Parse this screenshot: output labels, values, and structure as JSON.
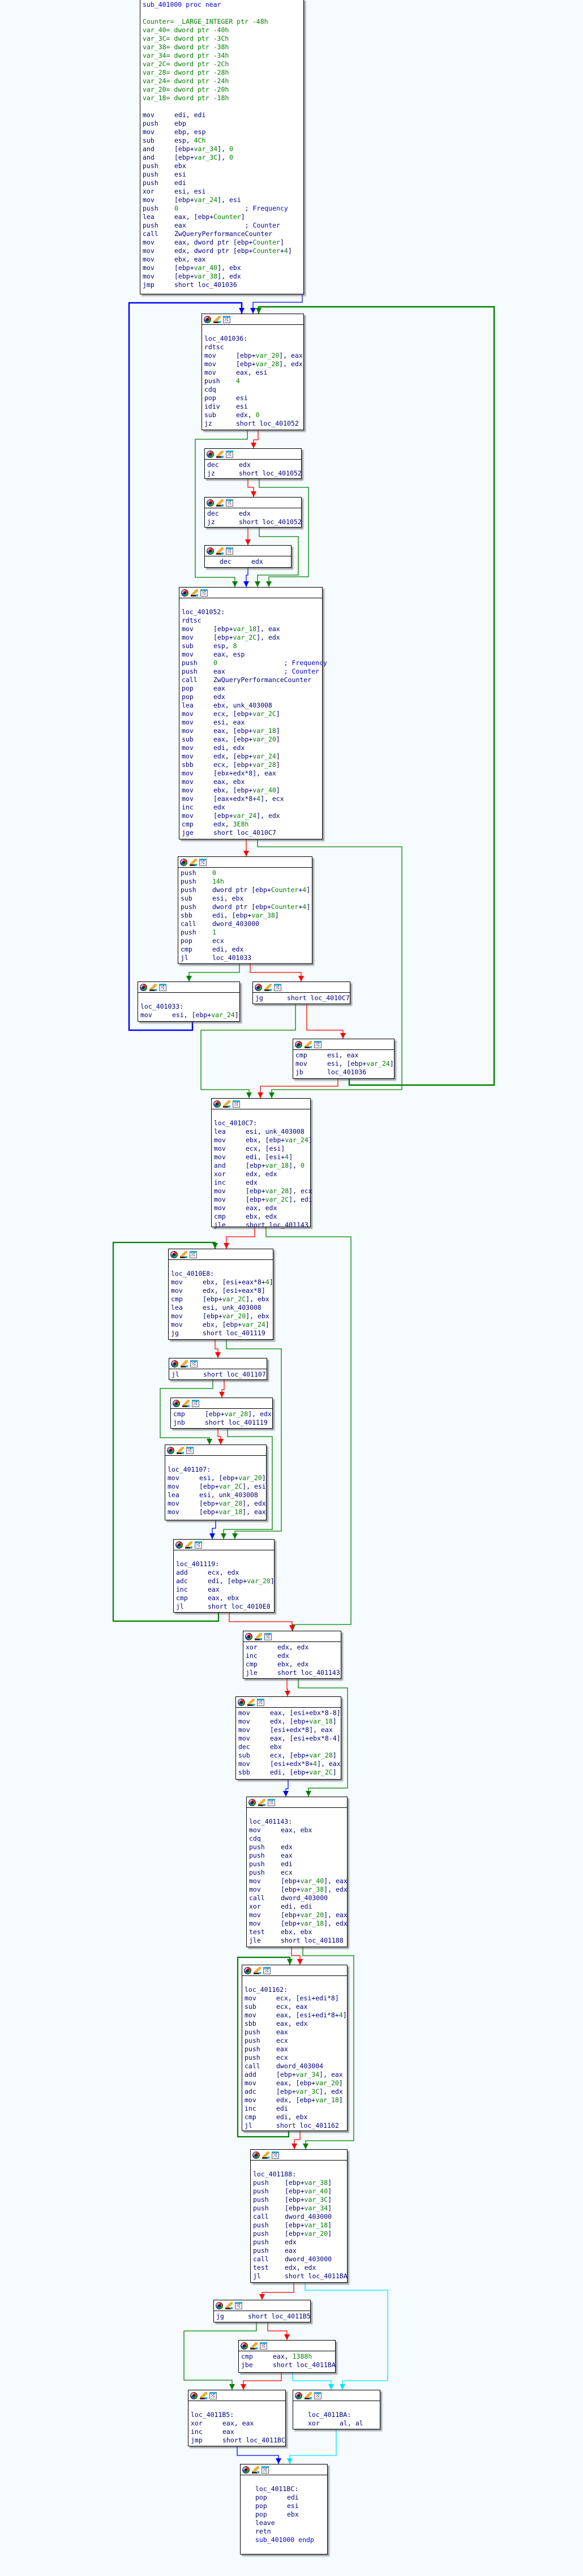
{
  "app": "IDA graph view",
  "function": "sub_401000",
  "toolbar_icons": [
    "color-icon",
    "rename-icon",
    "graph-icon"
  ],
  "blocks": [
    {
      "id": "b0",
      "label": null,
      "header": false,
      "lines": [
        {
          "t": "sub_401000 proc near",
          "c": "b"
        },
        {
          "t": ""
        },
        {
          "t": "Counter= _LARGE_INTEGER ptr -48h",
          "c": "g"
        },
        {
          "t": "var_40= dword ptr -40h",
          "c": "g"
        },
        {
          "t": "var_3C= dword ptr -3Ch",
          "c": "g"
        },
        {
          "t": "var_38= dword ptr -38h",
          "c": "g"
        },
        {
          "t": "var_34= dword ptr -34h",
          "c": "g"
        },
        {
          "t": "var_2C= dword ptr -2Ch",
          "c": "g"
        },
        {
          "t": "var_28= dword ptr -28h",
          "c": "g"
        },
        {
          "t": "var_24= dword ptr -24h",
          "c": "g"
        },
        {
          "t": "var_20= dword ptr -20h",
          "c": "g"
        },
        {
          "t": "var_18= dword ptr -18h",
          "c": "g"
        },
        {
          "t": ""
        },
        {
          "m": "mov",
          "o": "edi, edi"
        },
        {
          "m": "push",
          "o": "ebp"
        },
        {
          "m": "mov",
          "o": "ebp, esp"
        },
        {
          "m": "sub",
          "o": "esp, 4Ch"
        },
        {
          "m": "and",
          "o": "[ebp+var_34], 0"
        },
        {
          "m": "and",
          "o": "[ebp+var_3C], 0"
        },
        {
          "m": "push",
          "o": "ebx"
        },
        {
          "m": "push",
          "o": "esi"
        },
        {
          "m": "push",
          "o": "edi"
        },
        {
          "m": "xor",
          "o": "esi, esi"
        },
        {
          "m": "mov",
          "o": "[ebp+var_24], esi"
        },
        {
          "m": "push",
          "o": "0",
          "cm": "; Frequency"
        },
        {
          "m": "lea",
          "o": "eax, [ebp+Counter]"
        },
        {
          "m": "push",
          "o": "eax",
          "cm": "; Counter"
        },
        {
          "m": "call",
          "o": "ZwQueryPerformanceCounter"
        },
        {
          "m": "mov",
          "o": "eax, dword ptr [ebp+Counter]"
        },
        {
          "m": "mov",
          "o": "edx, dword ptr [ebp+Counter+4]"
        },
        {
          "m": "mov",
          "o": "ebx, eax"
        },
        {
          "m": "mov",
          "o": "[ebp+var_40], ebx"
        },
        {
          "m": "mov",
          "o": "[ebp+var_38], edx"
        },
        {
          "m": "jmp",
          "o": "short loc_401036"
        }
      ]
    },
    {
      "id": "b1",
      "label": "loc_401036:",
      "lines": [
        {
          "m": "rdtsc",
          "o": ""
        },
        {
          "m": "mov",
          "o": "[ebp+var_20], eax"
        },
        {
          "m": "mov",
          "o": "[ebp+var_28], edx"
        },
        {
          "m": "mov",
          "o": "eax, esi"
        },
        {
          "m": "push",
          "o": "4"
        },
        {
          "m": "cdq",
          "o": ""
        },
        {
          "m": "pop",
          "o": "esi"
        },
        {
          "m": "idiv",
          "o": "esi"
        },
        {
          "m": "sub",
          "o": "edx, 0"
        },
        {
          "m": "jz",
          "o": "short loc_401052"
        }
      ]
    },
    {
      "id": "b2",
      "label": null,
      "lines": [
        {
          "m": "dec",
          "o": "edx"
        },
        {
          "m": "jz",
          "o": "short loc_401052"
        }
      ]
    },
    {
      "id": "b3",
      "label": null,
      "lines": [
        {
          "m": "dec",
          "o": "edx"
        },
        {
          "m": "jz",
          "o": "short loc_401052"
        }
      ]
    },
    {
      "id": "b4",
      "label": null,
      "indent": true,
      "lines": [
        {
          "m": "dec",
          "o": "edx"
        }
      ]
    },
    {
      "id": "b5",
      "label": "loc_401052:",
      "lines": [
        {
          "m": "rdtsc",
          "o": ""
        },
        {
          "m": "mov",
          "o": "[ebp+var_18], eax"
        },
        {
          "m": "mov",
          "o": "[ebp+var_2C], edx"
        },
        {
          "m": "sub",
          "o": "esp, 8"
        },
        {
          "m": "mov",
          "o": "eax, esp"
        },
        {
          "m": "push",
          "o": "0",
          "cm": "; Frequency"
        },
        {
          "m": "push",
          "o": "eax",
          "cm": "; Counter"
        },
        {
          "m": "call",
          "o": "ZwQueryPerformanceCounter"
        },
        {
          "m": "pop",
          "o": "eax"
        },
        {
          "m": "pop",
          "o": "edx"
        },
        {
          "m": "lea",
          "o": "ebx, unk_403008"
        },
        {
          "m": "mov",
          "o": "ecx, [ebp+var_2C]"
        },
        {
          "m": "mov",
          "o": "esi, eax"
        },
        {
          "m": "mov",
          "o": "eax, [ebp+var_18]"
        },
        {
          "m": "sub",
          "o": "eax, [ebp+var_20]"
        },
        {
          "m": "mov",
          "o": "edi, edx"
        },
        {
          "m": "mov",
          "o": "edx, [ebp+var_24]"
        },
        {
          "m": "sbb",
          "o": "ecx, [ebp+var_28]"
        },
        {
          "m": "mov",
          "o": "[ebx+edx*8], eax"
        },
        {
          "m": "mov",
          "o": "eax, ebx"
        },
        {
          "m": "mov",
          "o": "ebx, [ebp+var_40]"
        },
        {
          "m": "mov",
          "o": "[eax+edx*8+4], ecx"
        },
        {
          "m": "inc",
          "o": "edx"
        },
        {
          "m": "mov",
          "o": "[ebp+var_24], edx"
        },
        {
          "m": "cmp",
          "o": "edx, 3E8h"
        },
        {
          "m": "jge",
          "o": "short loc_4010C7"
        }
      ]
    },
    {
      "id": "b6",
      "label": null,
      "lines": [
        {
          "m": "push",
          "o": "0"
        },
        {
          "m": "push",
          "o": "14h"
        },
        {
          "m": "push",
          "o": "dword ptr [ebp+Counter+4]"
        },
        {
          "m": "sub",
          "o": "esi, ebx"
        },
        {
          "m": "push",
          "o": "dword ptr [ebp+Counter+4]"
        },
        {
          "m": "sbb",
          "o": "edi, [ebp+var_38]"
        },
        {
          "m": "call",
          "o": "dword_403000"
        },
        {
          "m": "push",
          "o": "1"
        },
        {
          "m": "pop",
          "o": "ecx"
        },
        {
          "m": "cmp",
          "o": "edi, edx"
        },
        {
          "m": "jl",
          "o": "loc_401033"
        }
      ]
    },
    {
      "id": "b7",
      "label": "loc_401033:",
      "lines": [
        {
          "m": "mov",
          "o": "esi, [ebp+var_24]"
        }
      ]
    },
    {
      "id": "b8",
      "label": null,
      "lines": [
        {
          "m": "jg",
          "o": "short loc_4010C7"
        }
      ]
    },
    {
      "id": "b9",
      "label": null,
      "lines": [
        {
          "m": "cmp",
          "o": "esi, eax"
        },
        {
          "m": "mov",
          "o": "esi, [ebp+var_24]"
        },
        {
          "m": "jb",
          "o": "loc_401036"
        }
      ]
    },
    {
      "id": "b10",
      "label": "loc_4010C7:",
      "lines": [
        {
          "m": "lea",
          "o": "esi, unk_403008"
        },
        {
          "m": "mov",
          "o": "ebx, [ebp+var_24]"
        },
        {
          "m": "mov",
          "o": "ecx, [esi]"
        },
        {
          "m": "mov",
          "o": "edi, [esi+4]"
        },
        {
          "m": "and",
          "o": "[ebp+var_18], 0"
        },
        {
          "m": "xor",
          "o": "edx, edx"
        },
        {
          "m": "inc",
          "o": "edx"
        },
        {
          "m": "mov",
          "o": "[ebp+var_28], ecx"
        },
        {
          "m": "mov",
          "o": "[ebp+var_2C], edi"
        },
        {
          "m": "mov",
          "o": "eax, edx"
        },
        {
          "m": "cmp",
          "o": "ebx, edx"
        },
        {
          "m": "jle",
          "o": "short loc_401143"
        }
      ]
    },
    {
      "id": "b11",
      "label": "loc_4010E8:",
      "lines": [
        {
          "m": "mov",
          "o": "ebx, [esi+eax*8+4]"
        },
        {
          "m": "mov",
          "o": "edx, [esi+eax*8]"
        },
        {
          "m": "cmp",
          "o": "[ebp+var_2C], ebx"
        },
        {
          "m": "lea",
          "o": "esi, unk_403008"
        },
        {
          "m": "mov",
          "o": "[ebp+var_20], ebx"
        },
        {
          "m": "mov",
          "o": "ebx, [ebp+var_24]"
        },
        {
          "m": "jg",
          "o": "short loc_401119"
        }
      ]
    },
    {
      "id": "b12",
      "label": null,
      "lines": [
        {
          "m": "jl",
          "o": "short loc_401107"
        }
      ]
    },
    {
      "id": "b13",
      "label": null,
      "lines": [
        {
          "m": "cmp",
          "o": "[ebp+var_28], edx"
        },
        {
          "m": "jnb",
          "o": "short loc_401119"
        }
      ]
    },
    {
      "id": "b14",
      "label": "loc_401107:",
      "lines": [
        {
          "m": "mov",
          "o": "esi, [ebp+var_20]"
        },
        {
          "m": "mov",
          "o": "[ebp+var_2C], esi"
        },
        {
          "m": "lea",
          "o": "esi, unk_403008"
        },
        {
          "m": "mov",
          "o": "[ebp+var_28], edx"
        },
        {
          "m": "mov",
          "o": "[ebp+var_18], eax"
        }
      ]
    },
    {
      "id": "b15",
      "label": "loc_401119:",
      "lines": [
        {
          "m": "add",
          "o": "ecx, edx"
        },
        {
          "m": "adc",
          "o": "edi, [ebp+var_20]"
        },
        {
          "m": "inc",
          "o": "eax"
        },
        {
          "m": "cmp",
          "o": "eax, ebx"
        },
        {
          "m": "jl",
          "o": "short loc_4010E8"
        }
      ]
    },
    {
      "id": "b16",
      "label": null,
      "lines": [
        {
          "m": "xor",
          "o": "edx, edx"
        },
        {
          "m": "inc",
          "o": "edx"
        },
        {
          "m": "cmp",
          "o": "ebx, edx"
        },
        {
          "m": "jle",
          "o": "short loc_401143"
        }
      ]
    },
    {
      "id": "b17",
      "label": null,
      "lines": [
        {
          "m": "mov",
          "o": "eax, [esi+ebx*8-8]"
        },
        {
          "m": "mov",
          "o": "edx, [ebp+var_18]"
        },
        {
          "m": "mov",
          "o": "[esi+edx*8], eax"
        },
        {
          "m": "mov",
          "o": "eax, [esi+ebx*8-4]"
        },
        {
          "m": "dec",
          "o": "ebx"
        },
        {
          "m": "sub",
          "o": "ecx, [ebp+var_28]"
        },
        {
          "m": "mov",
          "o": "[esi+edx*8+4], eax"
        },
        {
          "m": "sbb",
          "o": "edi, [ebp+var_2C]"
        }
      ]
    },
    {
      "id": "b18",
      "label": "loc_401143:",
      "lines": [
        {
          "m": "mov",
          "o": "eax, ebx"
        },
        {
          "m": "cdq",
          "o": ""
        },
        {
          "m": "push",
          "o": "edx"
        },
        {
          "m": "push",
          "o": "eax"
        },
        {
          "m": "push",
          "o": "edi"
        },
        {
          "m": "push",
          "o": "ecx"
        },
        {
          "m": "mov",
          "o": "[ebp+var_40], eax"
        },
        {
          "m": "mov",
          "o": "[ebp+var_38], edx"
        },
        {
          "m": "call",
          "o": "dword_403000"
        },
        {
          "m": "xor",
          "o": "edi, edi"
        },
        {
          "m": "mov",
          "o": "[ebp+var_20], eax"
        },
        {
          "m": "mov",
          "o": "[ebp+var_18], edx"
        },
        {
          "m": "test",
          "o": "ebx, ebx"
        },
        {
          "m": "jle",
          "o": "short loc_401188"
        }
      ]
    },
    {
      "id": "b19",
      "label": "loc_401162:",
      "lines": [
        {
          "m": "mov",
          "o": "ecx, [esi+edi*8]"
        },
        {
          "m": "sub",
          "o": "ecx, eax"
        },
        {
          "m": "mov",
          "o": "eax, [esi+edi*8+4]"
        },
        {
          "m": "sbb",
          "o": "eax, edx"
        },
        {
          "m": "push",
          "o": "eax"
        },
        {
          "m": "push",
          "o": "ecx"
        },
        {
          "m": "push",
          "o": "eax"
        },
        {
          "m": "push",
          "o": "ecx"
        },
        {
          "m": "call",
          "o": "dword_403004"
        },
        {
          "m": "add",
          "o": "[ebp+var_34], eax"
        },
        {
          "m": "mov",
          "o": "eax, [ebp+var_20]"
        },
        {
          "m": "adc",
          "o": "[ebp+var_3C], edx"
        },
        {
          "m": "mov",
          "o": "edx, [ebp+var_18]"
        },
        {
          "m": "inc",
          "o": "edi"
        },
        {
          "m": "cmp",
          "o": "edi, ebx"
        },
        {
          "m": "jl",
          "o": "short loc_401162"
        }
      ]
    },
    {
      "id": "b20",
      "label": "loc_401188:",
      "lines": [
        {
          "m": "push",
          "o": "[ebp+var_38]"
        },
        {
          "m": "push",
          "o": "[ebp+var_40]"
        },
        {
          "m": "push",
          "o": "[ebp+var_3C]"
        },
        {
          "m": "push",
          "o": "[ebp+var_34]"
        },
        {
          "m": "call",
          "o": "dword_403000"
        },
        {
          "m": "push",
          "o": "[ebp+var_18]"
        },
        {
          "m": "push",
          "o": "[ebp+var_20]"
        },
        {
          "m": "push",
          "o": "edx"
        },
        {
          "m": "push",
          "o": "eax"
        },
        {
          "m": "call",
          "o": "dword_403000"
        },
        {
          "m": "test",
          "o": "edx, edx"
        },
        {
          "m": "jl",
          "o": "short loc_4011BA"
        }
      ]
    },
    {
      "id": "b21",
      "label": null,
      "lines": [
        {
          "m": "jg",
          "o": "short loc_4011B5"
        }
      ]
    },
    {
      "id": "b22",
      "label": null,
      "lines": [
        {
          "m": "cmp",
          "o": "eax, 1388h"
        },
        {
          "m": "jbe",
          "o": "short loc_4011BA"
        }
      ]
    },
    {
      "id": "b23",
      "label": "loc_4011B5:",
      "lines": [
        {
          "m": "xor",
          "o": "eax, eax"
        },
        {
          "m": "inc",
          "o": "eax"
        },
        {
          "m": "jmp",
          "o": "short loc_4011BC"
        }
      ]
    },
    {
      "id": "b24",
      "label": "loc_4011BA:",
      "indent": true,
      "lines": [
        {
          "m": "xor",
          "o": "al, al"
        }
      ]
    },
    {
      "id": "b25",
      "label": "loc_4011BC:",
      "indent": true,
      "padbot": true,
      "lines": [
        {
          "m": "pop",
          "o": "edi"
        },
        {
          "m": "pop",
          "o": "esi"
        },
        {
          "m": "pop",
          "o": "ebx"
        },
        {
          "m": "leave",
          "o": ""
        },
        {
          "m": "retn",
          "o": ""
        },
        {
          "t": "sub_401000 endp",
          "c": "b"
        }
      ]
    }
  ],
  "edge_colors": {
    "flow": "#0000ff",
    "true": "#008000",
    "false": "#ff0000",
    "highlight": "#00e5ff"
  }
}
